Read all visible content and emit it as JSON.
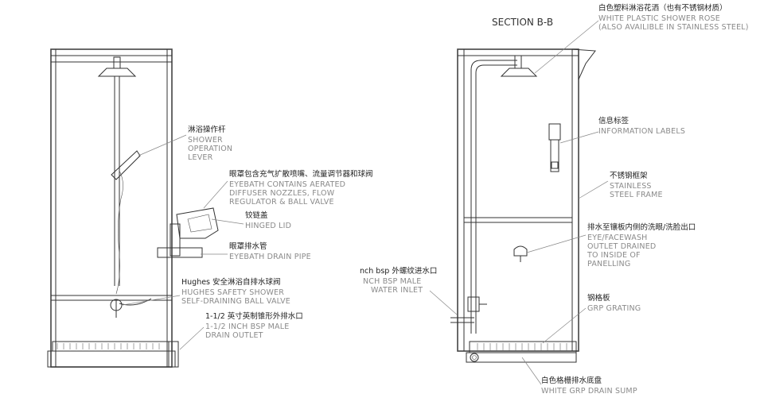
{
  "section_title": "SECTION B-B",
  "left_callouts": [
    {
      "cn": "淋浴操作杆",
      "en": [
        "SHOWER",
        "OPERATION",
        "LEVER"
      ]
    },
    {
      "cn": "眼罩包含充气扩散喷嘴、流量调节器和球阀",
      "en": [
        "EYEBATH CONTAINS AERATED",
        "DIFFUSER NOZZLES, FLOW",
        "REGULATOR & BALL VALVE"
      ]
    },
    {
      "cn": "铰链盖",
      "en": [
        "HINGED LID"
      ]
    },
    {
      "cn": "眼罩排水管",
      "en": [
        "EYEBATH DRAIN PIPE"
      ]
    },
    {
      "cn": "Hughes 安全淋浴自排水球阀",
      "en": [
        "HUGHES SAFETY SHOWER",
        "SELF-DRAINING BALL VALVE"
      ]
    },
    {
      "cn": "1-1/2 英寸英制锥形外排水口",
      "en": [
        "1-1/2 INCH BSP MALE",
        "DRAIN OUTLET"
      ]
    }
  ],
  "right_callouts": [
    {
      "cn": "白色塑料淋浴花洒（也有不锈钢材质）",
      "en": [
        "WHITE PLASTIC SHOWER ROSE",
        "(ALSO AVAILIBLE IN STAINLESS STEEL)"
      ]
    },
    {
      "cn": "信息标签",
      "en": [
        "INFORMATION LABELS"
      ]
    },
    {
      "cn": "不锈钢框架",
      "en": [
        "STAINLESS",
        "STEEL FRAME"
      ]
    },
    {
      "cn": "排水至镶板内侧的洗眼/洗脸出口",
      "en": [
        "EYE/FACEWASH",
        "OUTLET DRAINED",
        "TO INSIDE OF",
        "PANELLING"
      ]
    },
    {
      "cn": "钢格板",
      "en": [
        "GRP GRATING"
      ]
    },
    {
      "cn": "白色格栅排水底盘",
      "en": [
        "WHITE GRP DRAIN SUMP"
      ]
    },
    {
      "cn": "nch bsp 外螺纹进水口",
      "en": [
        "NCH BSP MALE",
        "WATER INLET"
      ]
    }
  ]
}
